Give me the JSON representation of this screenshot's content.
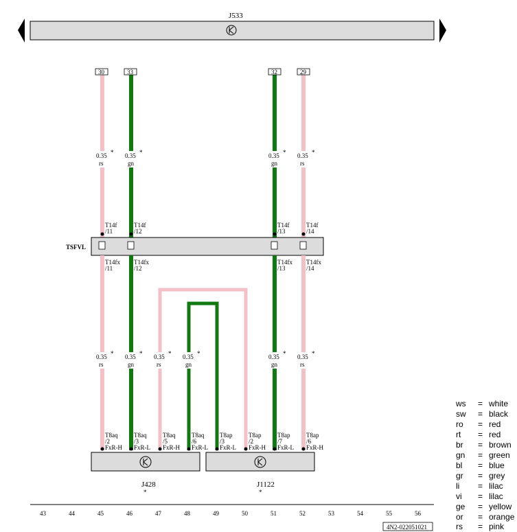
{
  "top_unit": {
    "label": "J533"
  },
  "top_pins": [
    "30",
    "33",
    "32",
    "29"
  ],
  "wires_top": [
    {
      "size": "0.35",
      "color": "rs"
    },
    {
      "size": "0.35",
      "color": "gn"
    },
    {
      "size": "0.35",
      "color": "gn"
    },
    {
      "size": "0.35",
      "color": "rs"
    }
  ],
  "connector": {
    "label": "TSFVL",
    "pins_top": [
      {
        "conn": "T14f",
        "pin": "/11"
      },
      {
        "conn": "T14f",
        "pin": "/12"
      },
      {
        "conn": "T14f",
        "pin": "/13"
      },
      {
        "conn": "T14f",
        "pin": "/14"
      }
    ],
    "pins_bottom": [
      {
        "conn": "T14fx",
        "pin": "/11"
      },
      {
        "conn": "T14fx",
        "pin": "/12"
      },
      {
        "conn": "T14fx",
        "pin": "/13"
      },
      {
        "conn": "T14fx",
        "pin": "/14"
      }
    ]
  },
  "wires_bottom": [
    {
      "size": "0.35",
      "color": "rs"
    },
    {
      "size": "0.35",
      "color": "gn"
    },
    {
      "size": "0.35",
      "color": "rs"
    },
    {
      "size": "0.35",
      "color": "gn"
    },
    {
      "size": "0.35",
      "color": "gn"
    },
    {
      "size": "0.35",
      "color": "rs"
    }
  ],
  "bottom_pins": [
    {
      "conn": "T8aq",
      "pin": "/2",
      "sig": "FxR-H"
    },
    {
      "conn": "T8aq",
      "pin": "/3",
      "sig": "FxR-L"
    },
    {
      "conn": "T8aq",
      "pin": "/5",
      "sig": "FxR-H"
    },
    {
      "conn": "T8aq",
      "pin": "/6",
      "sig": "FxR-L"
    },
    {
      "conn": "T8ap",
      "pin": "/3",
      "sig": "FxR-L"
    },
    {
      "conn": "T8ap",
      "pin": "/2",
      "sig": "FxR-H"
    },
    {
      "conn": "T8ap",
      "pin": "/7",
      "sig": "FxR-L"
    },
    {
      "conn": "T8ap",
      "pin": "/6",
      "sig": "FxR-H"
    }
  ],
  "bottom_units": [
    {
      "label": "J428"
    },
    {
      "label": "J1122"
    }
  ],
  "ruler": [
    "43",
    "44",
    "45",
    "46",
    "47",
    "48",
    "49",
    "50",
    "51",
    "52",
    "53",
    "54",
    "55",
    "56"
  ],
  "doc_ref": "4N2-022051021",
  "legend": [
    {
      "code": "ws",
      "eq": "=",
      "name": "white"
    },
    {
      "code": "sw",
      "eq": "=",
      "name": "black"
    },
    {
      "code": "ro",
      "eq": "=",
      "name": "red"
    },
    {
      "code": "rt",
      "eq": "=",
      "name": "red"
    },
    {
      "code": "br",
      "eq": "=",
      "name": "brown"
    },
    {
      "code": "gn",
      "eq": "=",
      "name": "green"
    },
    {
      "code": "bl",
      "eq": "=",
      "name": "blue"
    },
    {
      "code": "gr",
      "eq": "=",
      "name": "grey"
    },
    {
      "code": "li",
      "eq": "=",
      "name": "lilac"
    },
    {
      "code": "vi",
      "eq": "=",
      "name": "lilac"
    },
    {
      "code": "ge",
      "eq": "=",
      "name": "yellow"
    },
    {
      "code": "or",
      "eq": "=",
      "name": "orange"
    },
    {
      "code": "rs",
      "eq": "=",
      "name": "pink"
    }
  ],
  "colors": {
    "pink": "#f4c0c8",
    "green": "#107a10",
    "box": "#dcdcdc"
  }
}
